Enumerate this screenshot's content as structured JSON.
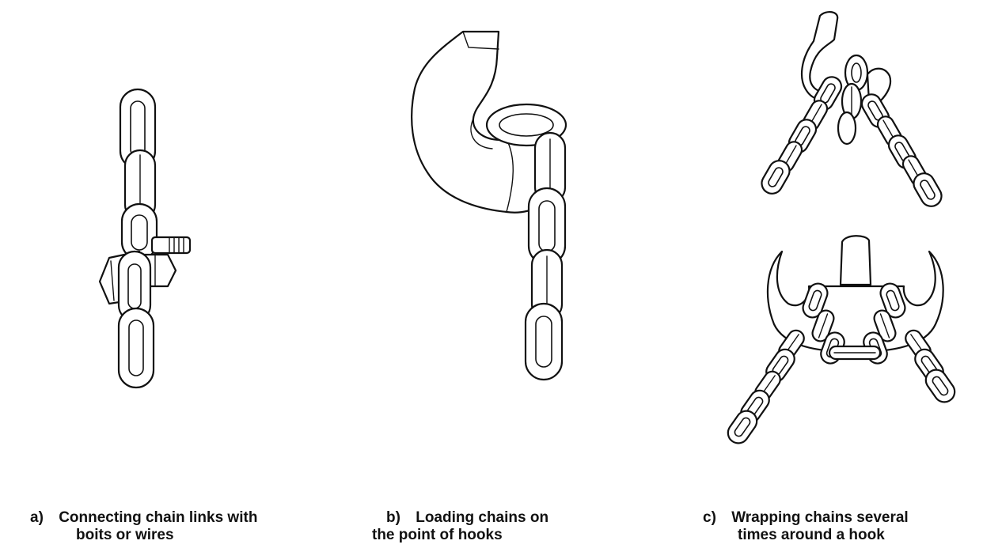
{
  "figures": [
    {
      "letter": "a)",
      "line1": "Connecting chain links with",
      "line2": "boits or wires"
    },
    {
      "letter": "b)",
      "line1": "Loading chains on",
      "line2": "the point of hooks"
    },
    {
      "letter": "c)",
      "line1": "Wrapping chains several",
      "line2": "times around a hook"
    }
  ]
}
